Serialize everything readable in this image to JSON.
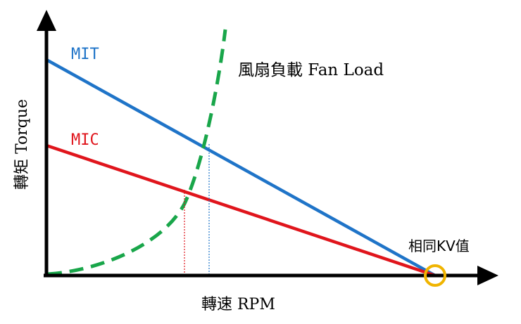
{
  "labels": {
    "mit": "MIT",
    "mic": "MIC",
    "fan_load": "風扇負載 Fan Load",
    "same_kv": "相同KV值",
    "x_axis": "轉速 RPM",
    "y_axis": "轉矩 Torque"
  },
  "colors": {
    "mit": "#1f74c8",
    "mic": "#e0151c",
    "fan_load": "#19a64a",
    "circle": "#f0b400",
    "axis": "#000000"
  }
}
